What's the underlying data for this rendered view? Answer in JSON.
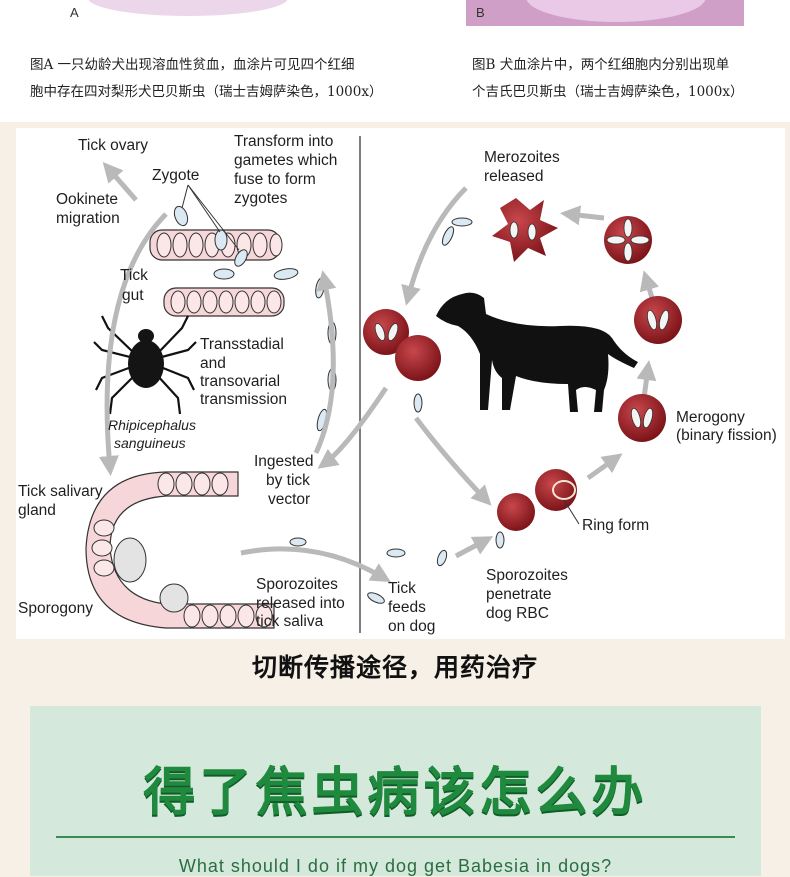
{
  "photos": {
    "a_label": "A",
    "b_label": "B"
  },
  "captions": {
    "a_line1": "图A 一只幼龄犬出现溶血性贫血，血涂片可见四个红细",
    "a_line2": "胞中存在四对梨形犬巴贝斯虫（瑞士吉姆萨染色，1000x）",
    "b_line1": "图B 犬血涂片中，两个红细胞内分别出现单",
    "b_line2": "个吉氏巴贝斯虫（瑞士吉姆萨染色，1000x）"
  },
  "diagram": {
    "tick_ovary": "Tick ovary",
    "zygote": "Zygote",
    "transform_1": "Transform into",
    "transform_2": "gametes which",
    "transform_3": "fuse to form",
    "transform_4": "zygotes",
    "ookinete_1": "Ookinete",
    "ookinete_2": "migration",
    "tick_gut_1": "Tick",
    "tick_gut_2": "gut",
    "transstadial_1": "Transstadial",
    "transstadial_2": "and",
    "transstadial_3": "transovarial",
    "transstadial_4": "transmission",
    "species_1": "Rhipicephalus",
    "species_2": "sanguineus",
    "ingested_1": "Ingested",
    "ingested_2": "by tick",
    "ingested_3": "vector",
    "salivary_1": "Tick salivary",
    "salivary_2": "gland",
    "sporogony": "Sporogony",
    "sporozoites_rel_1": "Sporozoites",
    "sporozoites_rel_2": "released into",
    "sporozoites_rel_3": "tick saliva",
    "tick_feeds_1": "Tick",
    "tick_feeds_2": "feeds",
    "tick_feeds_3": "on dog",
    "merozoites_1": "Merozoites",
    "merozoites_2": "released",
    "merogony_1": "Merogony",
    "merogony_2": "(binary fission)",
    "ring_form": "Ring form",
    "penetrate_1": "Sporozoites",
    "penetrate_2": "penetrate",
    "penetrate_3": "dog RBC"
  },
  "slogan": "切断传播途径，用药治疗",
  "panel": {
    "title": "得了焦虫病该怎么办",
    "subtitle": "What should I do if my dog get Babesia in dogs?"
  },
  "colors": {
    "rbc": "#a3262c",
    "arrow": "#b9b9b9",
    "title_green": "#1f8a3e",
    "panel_bg": "#d5e8dc"
  }
}
